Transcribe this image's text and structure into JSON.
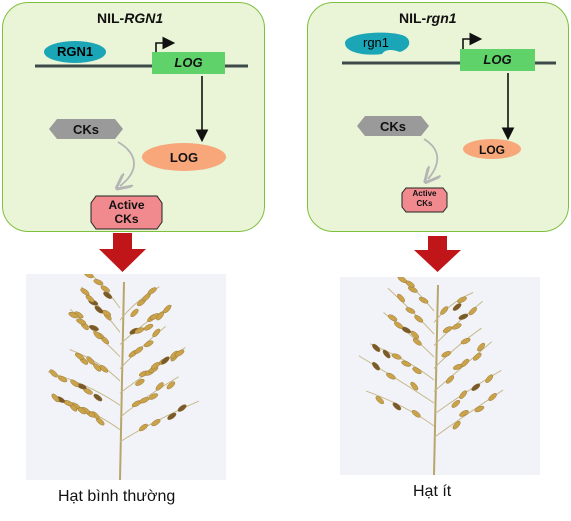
{
  "left": {
    "title_prefix": "NIL-",
    "title_gene": "RGN1",
    "protein": "RGN1",
    "gene": "LOG",
    "log_product": "LOG",
    "cks": "CKs",
    "active_1": "Active",
    "active_2": "CKs",
    "caption": "Hạt bình thường"
  },
  "right": {
    "title_prefix": "NIL-",
    "title_gene": "rgn1",
    "protein": "rgn1",
    "gene": "LOG",
    "log_product": "LOG",
    "cks": "CKs",
    "active_1": "Active",
    "active_2": "CKs",
    "caption": "Hạt ít"
  },
  "colors": {
    "panel_fill": "#e9f5d6",
    "panel_border": "#7fbf3f",
    "gene_box": "#5fd36a",
    "protein": "#1aa6b7",
    "log_product": "#f7a77a",
    "cks": "#9a9a9a",
    "active_cks": "#f08a8e",
    "arrow_red": "#c0161a",
    "grain": "#c9a24a"
  }
}
